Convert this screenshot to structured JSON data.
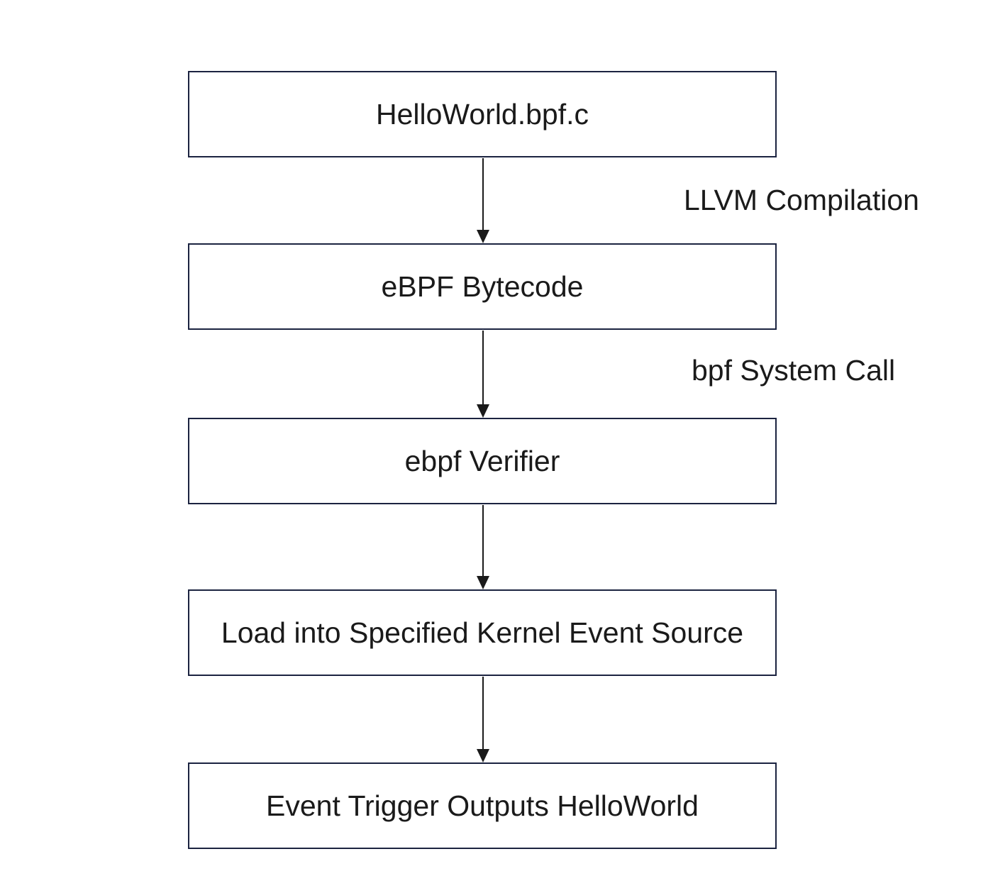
{
  "nodes": {
    "n1": "HelloWorld.bpf.c",
    "n2": "eBPF Bytecode",
    "n3": "ebpf Verifier",
    "n4": "Load into Specified Kernel Event Source",
    "n5": "Event Trigger Outputs HelloWorld"
  },
  "edges": {
    "e1": "LLVM Compilation",
    "e2": "bpf System Call"
  },
  "colors": {
    "border": "#1b2340",
    "arrow": "#1a1a1a"
  }
}
